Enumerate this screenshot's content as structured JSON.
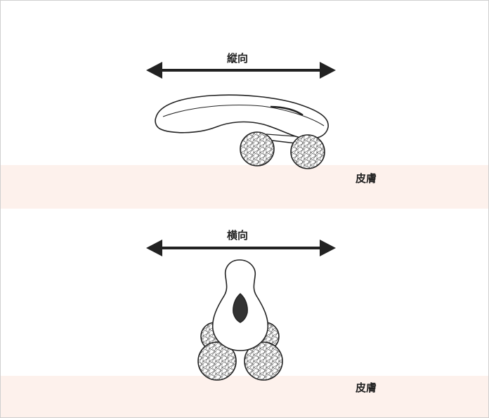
{
  "colors": {
    "skin": "#fdf1ec",
    "ink": "#222222",
    "body_fill": "#ffffff",
    "eye_fill": "#333333"
  },
  "panels": [
    {
      "direction_label": "縦向",
      "surface_label": "皮膚",
      "arrow_icon": "double-arrow-horizontal",
      "device_view": "side"
    },
    {
      "direction_label": "横向",
      "surface_label": "皮膚",
      "arrow_icon": "double-arrow-horizontal",
      "device_view": "front"
    }
  ]
}
